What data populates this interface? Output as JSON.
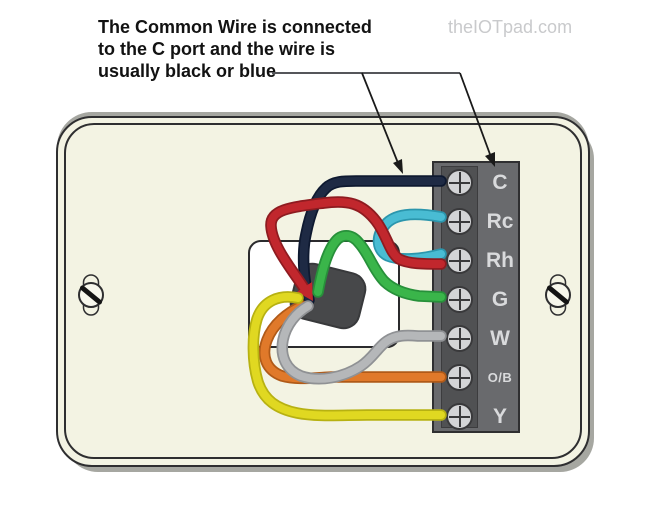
{
  "watermark": "theIOTpad.com",
  "annotation": {
    "lines": [
      "The Common Wire is connected",
      "to the C port and the wire is",
      "usually black or blue"
    ]
  },
  "terminal_block": {
    "terminals": [
      {
        "label": "C",
        "wire": "dark blue / black (common wire)",
        "hex": "#1e2a44"
      },
      {
        "label": "Rc",
        "wire": "light blue",
        "hex": "#49bcd3"
      },
      {
        "label": "Rh",
        "wire": "red",
        "hex": "#c1272d"
      },
      {
        "label": "G",
        "wire": "green",
        "hex": "#3ab54a"
      },
      {
        "label": "W",
        "wire": "gray",
        "hex": "#b5b7b9"
      },
      {
        "label": "O/B",
        "wire": "orange",
        "hex": "#e0792a"
      },
      {
        "label": "Y",
        "wire": "yellow",
        "hex": "#e0d821"
      }
    ]
  },
  "colors": {
    "plate": "#f3f3e3",
    "block": "#696a6d",
    "screw_strip": "#505153",
    "screw": "#d3d4d6",
    "terminal_text": "#d9dadc",
    "annotation_text": "#121212",
    "watermark_text": "#c9cacc"
  }
}
